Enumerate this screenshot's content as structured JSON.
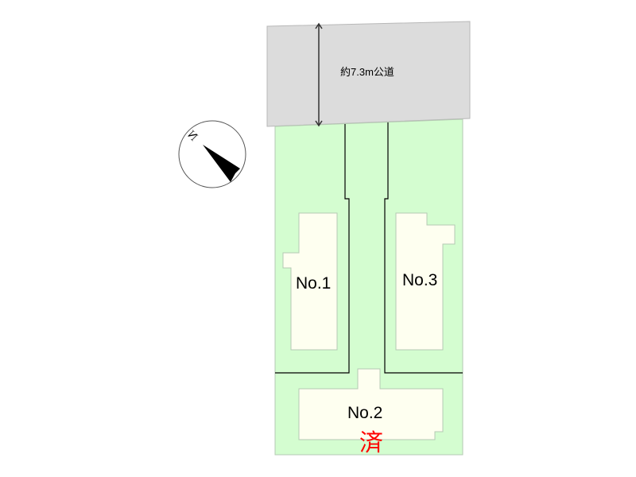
{
  "road": {
    "label": "約7.3m公道",
    "fill": "#dcdcdc"
  },
  "compass": {
    "north_label": "N"
  },
  "lots": [
    {
      "name": "No.1",
      "status": ""
    },
    {
      "name": "No.3",
      "status": ""
    },
    {
      "name": "No.2",
      "status": "済"
    }
  ],
  "colors": {
    "lot": "#d4fdd0",
    "building": "#fefff0",
    "sold": "#ff0000"
  }
}
